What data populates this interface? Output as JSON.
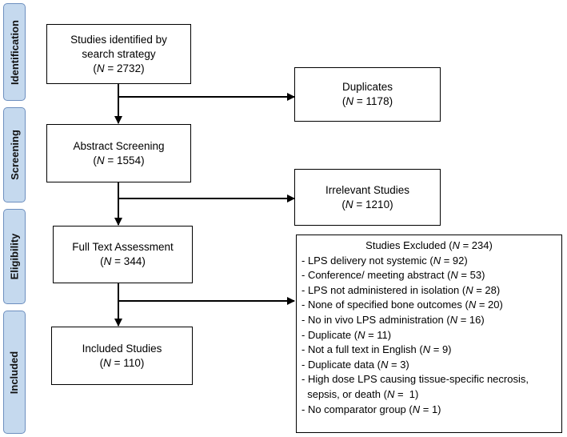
{
  "stages": [
    "Identification",
    "Screening",
    "Eligibility",
    "Included"
  ],
  "boxes": {
    "identified": {
      "lines": [
        "Studies identified by",
        "search strategy"
      ],
      "n_prefix": "(",
      "n_label": "N",
      "n_value": " = 2732)"
    },
    "duplicates": {
      "lines": [
        "Duplicates"
      ],
      "n_prefix": "(",
      "n_label": "N",
      "n_value": " = 1178)"
    },
    "screening": {
      "lines": [
        "Abstract Screening"
      ],
      "n_prefix": "(",
      "n_label": "N",
      "n_value": " = 1554)"
    },
    "irrelevant": {
      "lines": [
        "Irrelevant Studies"
      ],
      "n_prefix": "(",
      "n_label": "N",
      "n_value": " = 1210)"
    },
    "fulltext": {
      "lines": [
        "Full Text Assessment"
      ],
      "n_prefix": "(",
      "n_label": "N",
      "n_value": " = 344)"
    },
    "included": {
      "lines": [
        "Included Studies"
      ],
      "n_prefix": "(",
      "n_label": "N",
      "n_value": " = 110)"
    }
  },
  "excluded": {
    "title": "Studies Excluded (",
    "title_n": "N",
    "title_end": " = 234)",
    "items": [
      {
        "text": "- LPS delivery not systemic (",
        "n": "N",
        "end": " = 92)"
      },
      {
        "text": "- Conference/ meeting abstract (",
        "n": "N",
        "end": " = 53)"
      },
      {
        "text": "-  LPS not administered in isolation (",
        "n": "N",
        "end": " = 28)"
      },
      {
        "text": "- None of specified bone outcomes (",
        "n": "N",
        "end": " = 20)"
      },
      {
        "text": "- No in vivo LPS administration (",
        "n": "N",
        "end": " = 16)"
      },
      {
        "text": "- Duplicate (",
        "n": "N",
        "end": " = 11)"
      },
      {
        "text": "- Not a full text in English (",
        "n": "N",
        "end": " = 9)"
      },
      {
        "text": "- Duplicate data (",
        "n": "N",
        "end": " = 3)"
      },
      {
        "text": "- High dose LPS causing tissue-specific necrosis,",
        "n": "",
        "end": ""
      },
      {
        "text": "  sepsis, or death (",
        "n": "N",
        "end": " =  1)"
      },
      {
        "text": "- No comparator group (",
        "n": "N",
        "end": " = 1)"
      }
    ]
  }
}
